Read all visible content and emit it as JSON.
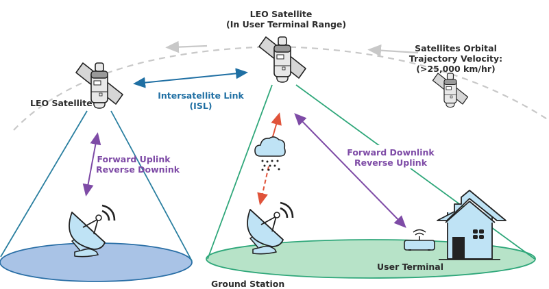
{
  "labels": {
    "leo_center_title": "LEO Satellite",
    "leo_center_sub": "(In User Terminal Range)",
    "leo_left": "LEO Satellite",
    "orbital_line1": "Satellites Orbital",
    "orbital_line2": "Trajectory Velocity:",
    "orbital_line3": "(>25,000 km/hr)",
    "isl_line1": "Intersatellite Link",
    "isl_line2": "(ISL)",
    "left_link_line1": "Forward Uplink",
    "left_link_line2": "Reverse Downink",
    "right_link_line1": "Forward Downlink",
    "right_link_line2": "Reverse Uplink",
    "user_terminal": "User Terminal",
    "ground_station": "Ground Station"
  },
  "colors": {
    "orbit_dash": "#c8c8c8",
    "isl_blue": "#1f6fa3",
    "left_beam": "#2a7fa0",
    "right_beam": "#2fa77a",
    "link_purple": "#7e4ba6",
    "rain_red": "#e0533a",
    "left_footprint": "#a9c3e6",
    "right_footprint": "#b7e3c8",
    "equipment_fill": "#bfe3f5",
    "outline": "#222222"
  }
}
